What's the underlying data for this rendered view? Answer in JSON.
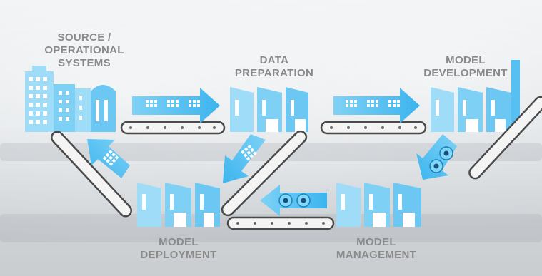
{
  "labels": {
    "source_line1": "SOURCE /",
    "source_line2": "OPERATIONAL",
    "source_line3": "SYSTEMS",
    "data_prep_line1": "DATA",
    "data_prep_line2": "PREPARATION",
    "model_dev_line1": "MODEL",
    "model_dev_line2": "DEVELOPMENT",
    "model_deploy_line1": "MODEL",
    "model_deploy_line2": "DEPLOYMENT",
    "model_mgmt_line1": "MODEL",
    "model_mgmt_line2": "MANAGEMENT"
  },
  "colors": {
    "building_light": "#bfe6fb",
    "building_mid": "#7fd0f5",
    "building_dark": "#3fb5ee",
    "arrow": "#4dc3f3",
    "conveyor": "#5a5a5a",
    "label_text": "#8a8a8a"
  },
  "icons": {
    "data_grid": "data-grid-icon",
    "model_gears": "gear-icon"
  }
}
